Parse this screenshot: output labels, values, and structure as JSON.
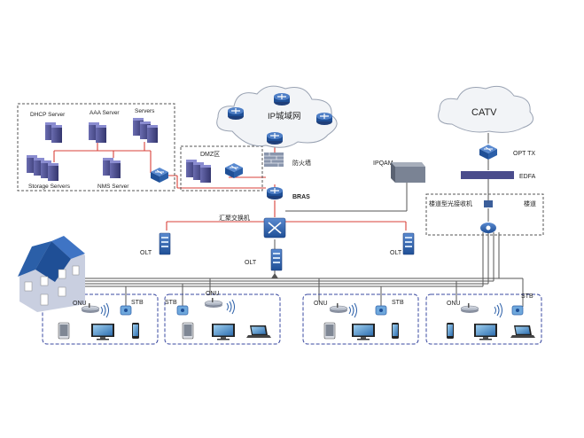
{
  "colors": {
    "device_blue": "#2b5fa8",
    "device_dark": "#1f3f7a",
    "cloud_fill": "#f2f4f7",
    "line_red": "#d8413a",
    "line_gray": "#555555",
    "box_dashed_blue": "#3a49a0",
    "box_dashed_gray": "#555555",
    "server_purple": "#4a4c8c"
  },
  "clouds": {
    "ip": "IP城域网",
    "catv": "CATV"
  },
  "server_zone": {
    "dhcp": "DHCP Server",
    "aaa": "AAA Server",
    "servers": "Servers",
    "storage": "Storage Servers",
    "nms": "NMS Server"
  },
  "core": {
    "dmz": "DMZ区",
    "firewall": "防火墙",
    "bras": "BRAS",
    "aggregation_switch": "汇聚交换机",
    "olt_left": "OLT",
    "olt_center": "OLT",
    "olt_right": "OLT"
  },
  "catv_side": {
    "ipqam": "IPQAM",
    "opt_tx": "OPT TX",
    "edfa": "EDFA",
    "building_receiver": "楼道型光接收机",
    "corridor": "楼道"
  },
  "home_groups": [
    {
      "onu": "ONU",
      "stb": "STB"
    },
    {
      "onu": "ONU",
      "stb": "STB"
    },
    {
      "onu": "ONU",
      "stb": "STB"
    },
    {
      "onu": "ONU",
      "stb": "STB"
    }
  ]
}
